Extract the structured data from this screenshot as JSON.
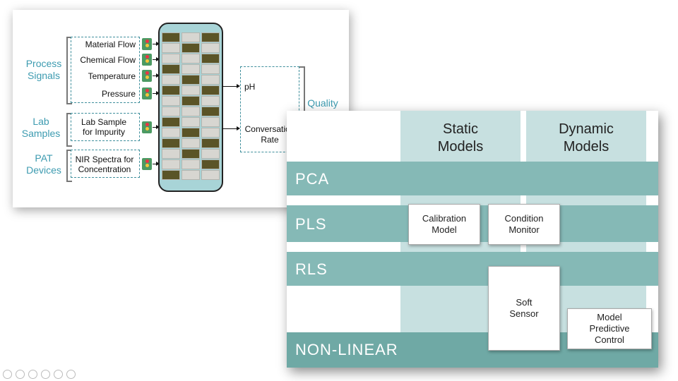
{
  "process_diagram": {
    "groups": [
      {
        "label": "Process\nSignals",
        "items": [
          "Material Flow",
          "Chemical Flow",
          "Temperature",
          "Pressure"
        ]
      },
      {
        "label": "Lab\nSamples",
        "items": [
          "Lab Sample\nfor Impurity"
        ]
      },
      {
        "label": "PAT\nDevices",
        "items": [
          "NIR Spectra for\nConcentration"
        ]
      }
    ],
    "outputs": [
      "pH",
      "Conversation\nRate"
    ],
    "output_label": "Quality\nData"
  },
  "model_matrix": {
    "columns": [
      "Static\nModels",
      "Dynamic\nModels"
    ],
    "rows": [
      "PCA",
      "PLS",
      "RLS",
      "NON-LINEAR"
    ],
    "boxes": {
      "calibration": "Calibration\nModel",
      "condition": "Condition\nMonitor",
      "soft_sensor": "Soft\nSensor",
      "mpc": "Model\nPredictive\nControl"
    }
  },
  "colors": {
    "teal_text": "#3d9bb0",
    "band": "#85b9b6",
    "band_alt": "#6fa9a5",
    "column_bg": "#c7e0e0",
    "dashed": "#3f8f9c"
  }
}
